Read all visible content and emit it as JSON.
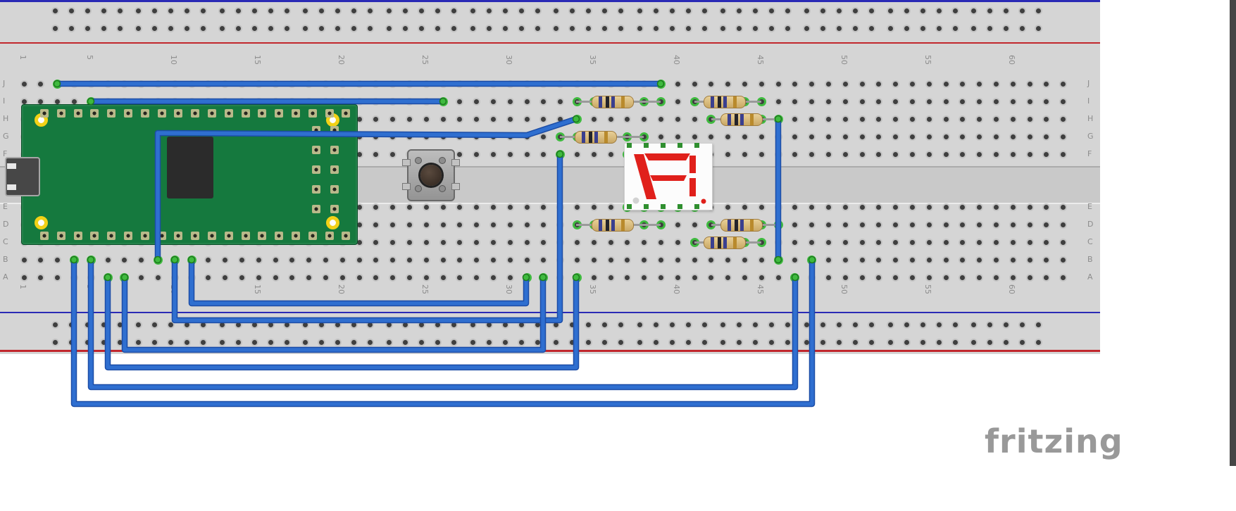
{
  "watermark": "fritzing",
  "breadboard": {
    "column_labels": [
      "1",
      "5",
      "10",
      "15",
      "20",
      "25",
      "30",
      "35",
      "40",
      "45",
      "50",
      "55",
      "60"
    ],
    "row_labels_upper": [
      "J",
      "I",
      "H",
      "G",
      "F"
    ],
    "row_labels_lower": [
      "E",
      "D",
      "C",
      "B",
      "A"
    ],
    "colors": {
      "body": "#d5d5d5",
      "channel": "#c9c9c9",
      "hole": "#3f3f3f",
      "hole_ring": "#c3c3c3",
      "rail_red": "#c1272d",
      "rail_blue": "#2a2ab5",
      "connected_green": "#3fba3f",
      "label": "#8c8c8c"
    }
  },
  "components": {
    "microcontroller": {
      "name": "Teensy microcontroller board",
      "pcb_color": "#15793e",
      "chip_color": "#2b2b2b",
      "mount_hole_color": "#f2d117"
    },
    "pushbutton": {
      "name": "pushbutton",
      "body_color": "#ababab",
      "cap_color": "#2e241d"
    },
    "seven_segment": {
      "name": "7-segment display",
      "body_color": "#fcfcfc",
      "segment_color": "#e0201b",
      "pin_color": "#2f8f2f"
    },
    "resistors": {
      "name": "resistor",
      "count": 7,
      "body_color": "#d9b97c",
      "lead_color": "#9a9a9a",
      "band_colors": [
        "#3a3f8f",
        "#23232b",
        "#3a3f8f",
        "#b98a2c"
      ]
    },
    "wires": {
      "name": "jumper wire",
      "count": 10,
      "color": "#2f6fd0",
      "outline": "#1c4da6",
      "end_dot": "#3fba3f"
    }
  }
}
